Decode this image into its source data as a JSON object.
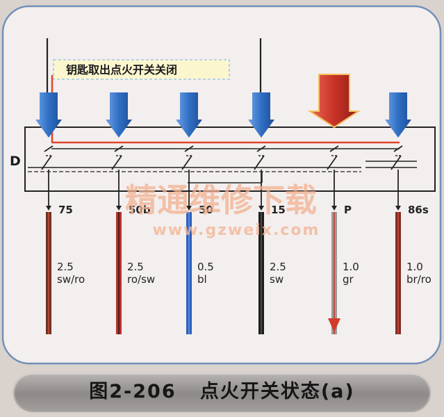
{
  "note": "钥匙取出点火开关关闭",
  "switch_label": "D",
  "terminals": [
    {
      "id": "75",
      "gauge": "2.5",
      "color": "sw/ro",
      "wire_main": "#6b3426",
      "wire_accent": "#c8503c",
      "arrow_color": "#2f6fc4"
    },
    {
      "id": "50b",
      "gauge": "2.5",
      "color": "ro/sw",
      "wire_main": "#b8332c",
      "wire_accent": "#2a1a18",
      "arrow_color": "#2f6fc4"
    },
    {
      "id": "50",
      "gauge": "0.5",
      "color": "bl",
      "wire_main": "#2d5fbf",
      "wire_accent": "#6f95dc",
      "arrow_color": "#2f6fc4"
    },
    {
      "id": "15",
      "gauge": "2.5",
      "color": "sw",
      "wire_main": "#1d1d1d",
      "wire_accent": "#555555",
      "arrow_color": "#2f6fc4"
    },
    {
      "id": "P",
      "gauge": "1.0",
      "color": "gr",
      "wire_main": "#9a9a9a",
      "wire_accent": "#d23a2a",
      "arrow_color": "#cf3a2c"
    },
    {
      "id": "86s",
      "gauge": "1.0",
      "color": "br/ro",
      "wire_main": "#7a2f26",
      "wire_accent": "#d9453a",
      "arrow_color": "#2f6fc4"
    }
  ],
  "watermark": {
    "cn": "精通维修下载",
    "url": "www.gzweix.com"
  },
  "caption": "图2-206   点火开关状态(a)",
  "colors": {
    "panel": "#f3efee",
    "panel_border": "#6f8fb8",
    "switch_line": "#222222",
    "red_line": "#e0462e",
    "blue_arrow": "#2f6fc4",
    "red_arrow": "#cf3a2c",
    "note_bg": "#fcf6cf",
    "note_border": "#9ec7e8"
  }
}
